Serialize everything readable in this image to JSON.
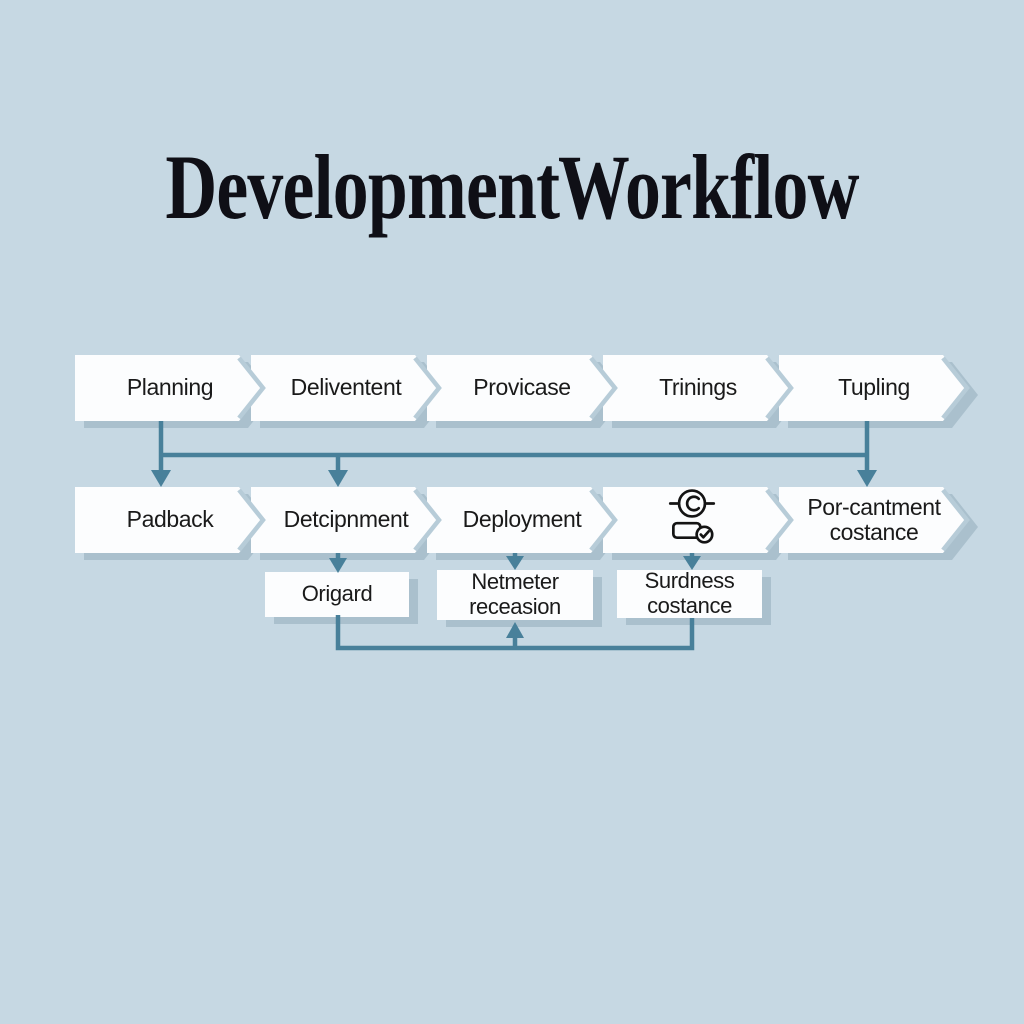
{
  "title": "Development Workflow",
  "flow": {
    "row1": [
      "Planning",
      "Deliventent",
      "Provicase",
      "Trinings",
      "Tupling"
    ],
    "row2": [
      "Padback",
      "Detcipnment",
      "Deployment",
      "",
      "Por-cantment costance"
    ],
    "row2_icon": "person-check-icon",
    "row3": [
      "Origard",
      "Netmeter receasion",
      "Surdness costance"
    ]
  },
  "colors": {
    "background": "#c6d8e3",
    "shape_fill": "#fcfdfe",
    "shape_shadow": "#aac0cd",
    "chevron_edge": "#b7ccd8",
    "connector": "#48809a",
    "title_text": "#0f0f16",
    "label_text": "#1a1a1a",
    "icon_stroke": "#141414"
  }
}
